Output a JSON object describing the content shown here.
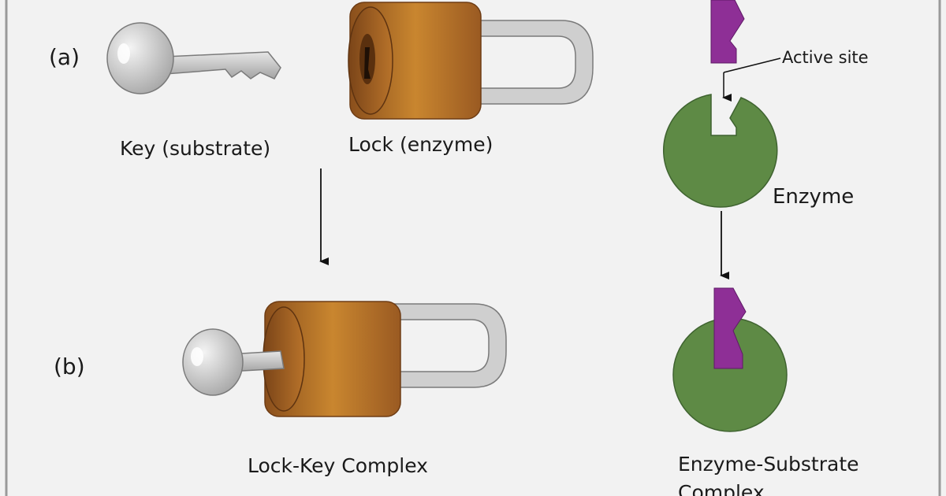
{
  "diagram": {
    "panel_a_label": "(a)",
    "panel_b_label": "(b)",
    "key_label": "Key (substrate)",
    "lock_label": "Lock (enzyme)",
    "lock_key_complex_label": "Lock-Key Complex",
    "active_site_label": "Active site",
    "enzyme_label": "Enzyme",
    "enzyme_substrate_complex_label_line1": "Enzyme-Substrate",
    "enzyme_substrate_complex_label_line2": "Complex"
  },
  "colors": {
    "background": "#f2f2f2",
    "border": "#9a9a9a",
    "lock_body": "#b8732a",
    "lock_body_dark": "#8a5220",
    "lock_face": "#c58235",
    "shackle": "#c9c9c9",
    "key": "#c4c4c4",
    "enzyme": "#5e8a45",
    "substrate": "#8e2f96",
    "arrow": "#111111"
  },
  "icons": [
    "key-icon",
    "padlock-icon",
    "enzyme-shape",
    "substrate-shape",
    "arrow-down-icon"
  ]
}
